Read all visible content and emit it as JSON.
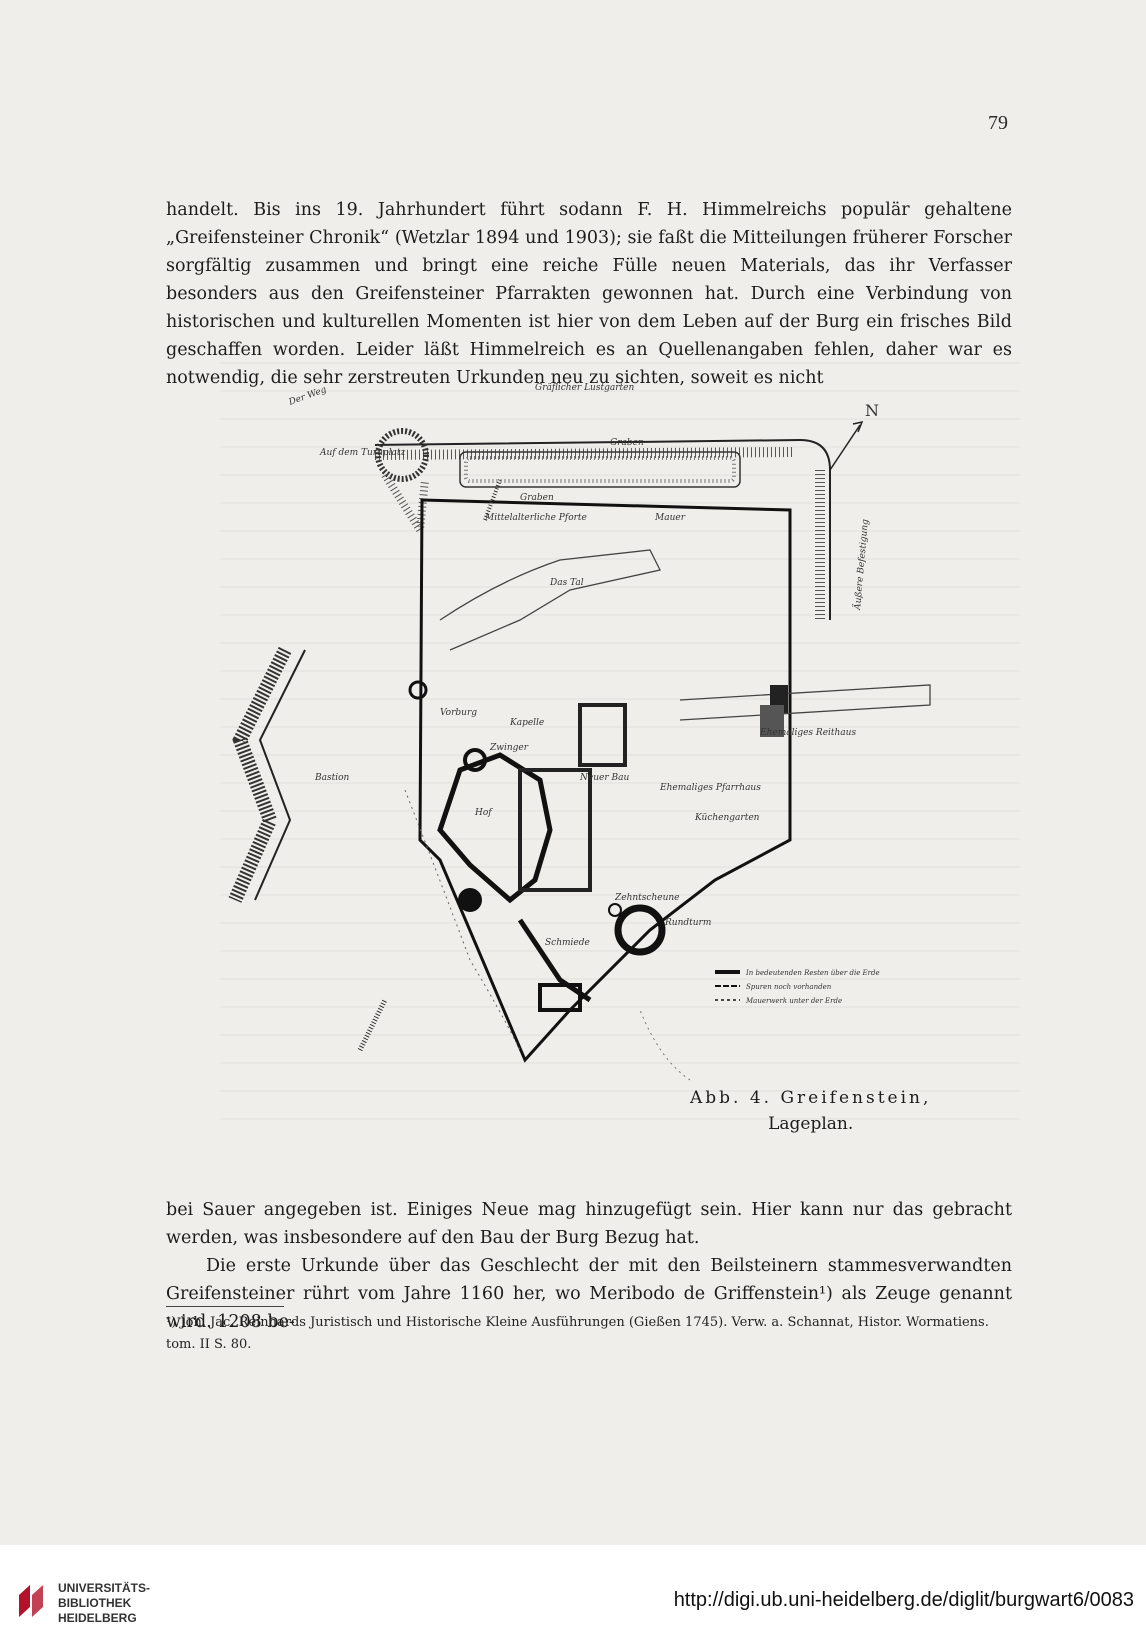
{
  "page": {
    "number": "79",
    "paragraph_top": "handelt. Bis ins 19. Jahrhundert führt sodann F. H. Himmelreichs populär gehaltene „Greifensteiner Chronik“ (Wetzlar 1894 und 1903); sie faßt die Mitteilungen früherer Forscher sorgfältig zusammen und bringt eine reiche Fülle neuen Materials, das ihr Verfasser besonders aus den Greifensteiner Pfarrakten gewonnen hat. Durch eine Verbindung von historischen und kulturellen Momenten ist hier von dem Leben auf der Burg ein frisches Bild geschaffen worden. Leider läßt Himmelreich es an Quellenangaben fehlen, daher war es notwendig, die sehr zerstreuten Urkunden neu zu sichten, soweit es nicht",
    "paragraph_bottom": "bei Sauer angegeben ist. Einiges Neue mag hinzugefügt sein. Hier kann nur das gebracht werden, was insbesondere auf den Bau der Burg Bezug hat.",
    "paragraph_next": "Die erste Urkunde über das Geschlecht der mit den Beilsteinern stammesverwandten Greifensteiner rührt vom Jahre 1160 her, wo Meribodo de Griffenstein¹) als Zeuge genannt wird. 1208 be-",
    "footnote": "¹) Joh. Jac. Reinhards Juristisch und Historische Kleine Ausführungen (Gießen 1745). Verw. a. Schannat, Histor. Wormatiens. tom. II S. 80."
  },
  "figure": {
    "caption_title": "Abb. 4. Greifenstein,",
    "caption_subtitle": "Lageplan.",
    "north_label": "N",
    "labels": {
      "graben": "Graben",
      "graben_inner": "Graben",
      "garten": "Gräflicher Lustgarten",
      "eingang": "Auf dem Turnplatz",
      "weg": "Der Weg",
      "bastion": "Bastion",
      "kapelle": "Kapelle",
      "zwinger": "Zwinger",
      "pforte": "Mittelalterliche Pforte",
      "mauer": "Mauer",
      "tal": "Das Tal",
      "hof": "Hof",
      "kuchengarten": "Küchengarten",
      "reitstall": "Ehemaliges Reithaus",
      "pfarrhaus": "Ehemaliges Pfarrhaus",
      "rundturm": "Rundturm",
      "schmiede": "Schmiede",
      "zehnt": "Zehntscheune",
      "altmauer": "Äußere Befestigung",
      "vorburg": "Vorburg",
      "neuer_bau": "Neuer Bau"
    },
    "legend": [
      "In bedeutenden Resten über die Erde",
      "Spuren noch vorhanden",
      "Mauerwerk unter der Erde"
    ]
  },
  "footer": {
    "logo_line1": "UNIVERSITÄTS-",
    "logo_line2": "BIBLIOTHEK",
    "logo_line3": "HEIDELBERG",
    "url": "http://digi.ub.uni-heidelberg.de/diglit/burgwart6/0083"
  }
}
